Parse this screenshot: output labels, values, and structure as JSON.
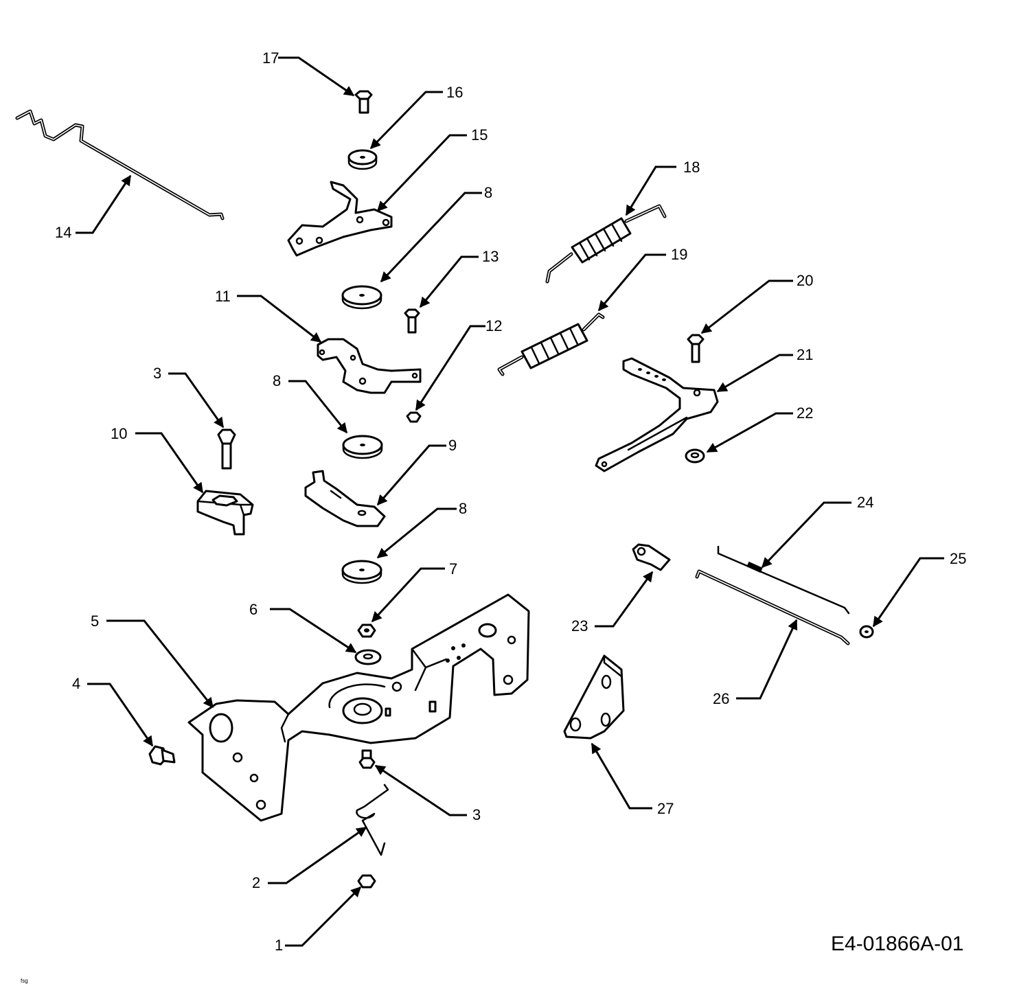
{
  "diagram": {
    "code": "E4-01866A-01",
    "signature": "fsg",
    "callouts": [
      "17",
      "16",
      "15",
      "8",
      "18",
      "14",
      "13",
      "19",
      "11",
      "12",
      "20",
      "21",
      "3",
      "8",
      "10",
      "22",
      "9",
      "8",
      "24",
      "7",
      "25",
      "6",
      "5",
      "23",
      "4",
      "26",
      "3",
      "27",
      "2",
      "1"
    ]
  },
  "colors": {
    "line": "#000000",
    "background": "#ffffff"
  }
}
